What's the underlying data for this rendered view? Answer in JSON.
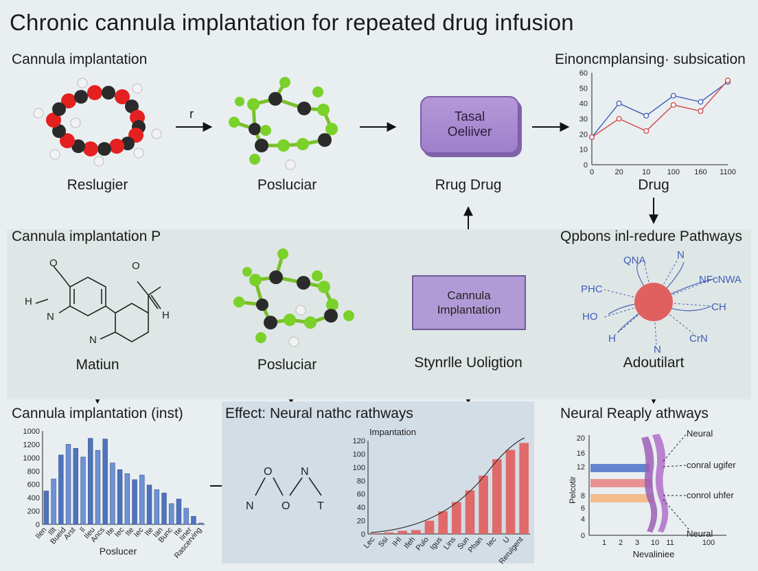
{
  "title": "Chronic cannula implantation for repeated drug infusion",
  "row1": {
    "sec_left": "Cannula implantation",
    "sec_right": "Einoncmplansing· subsication",
    "arrow_label": "r",
    "label_1": "Reslugier",
    "label_2": "Posluciar",
    "label_3": "Rrug Drug",
    "label_4": "Drug",
    "pill_line1": "Tasal",
    "pill_line2": "Oeliiver"
  },
  "row2": {
    "sec_left": "Cannula implantation P",
    "sec_right": "Qpbons inl-redure Pathways",
    "label_1": "Matiun",
    "label_2": "Posluciar",
    "label_3": "Stynrlle Uoligtion",
    "label_4": "Adoutilart",
    "box_line1": "Cannula",
    "box_line2": "Implantation",
    "struct_atoms": [
      "O",
      "H",
      "N",
      "N",
      "O",
      "H"
    ],
    "pathway_labels": [
      "QNA",
      "N",
      "NFcNWA",
      "PHC",
      "HO",
      "CH",
      "H",
      "N",
      "CrN"
    ]
  },
  "row3": {
    "sec_left": "Cannula implantation (inst)",
    "sec_mid": "Effect: Neural nathc rathways",
    "sec_right": "Neural Reaply athways",
    "mol_atoms": [
      "O",
      "N",
      "N",
      "O",
      "T"
    ],
    "chart_c_title": "Impantation",
    "chart_d_labels": [
      "Neural",
      "conral ugifer",
      "conrol uhfer",
      "Neural"
    ]
  },
  "colors": {
    "background": "#e9eef1",
    "purple": "#b19bd6",
    "bar_blue": "#5c7fc4",
    "bar_red": "#e06a6a",
    "line_blue": "#3b5bb5",
    "line_red": "#d04545",
    "hub_red": "#e06060"
  },
  "chart_data": [
    {
      "type": "line",
      "x": [
        "0",
        "20",
        "10",
        "100",
        "160",
        "1100"
      ],
      "series": [
        {
          "values": [
            18,
            40,
            32,
            45,
            41,
            54
          ]
        },
        {
          "values": [
            18,
            30,
            22,
            39,
            35,
            55
          ]
        }
      ],
      "yticks": [
        "0",
        "10",
        "20",
        "30",
        "40",
        "50",
        "60"
      ],
      "ylim": [
        0,
        60
      ]
    },
    {
      "type": "bar",
      "values": [
        500,
        680,
        1040,
        1200,
        1140,
        1010,
        1290,
        1110,
        1280,
        920,
        820,
        760,
        670,
        740,
        590,
        520,
        470,
        310,
        380,
        240,
        120,
        20
      ],
      "xticklabels": [
        "Ilen",
        "Illt",
        "Bueid",
        "Arst",
        "Il",
        "Ileu",
        "Ancs",
        "Ite",
        "Iec",
        "Ite",
        "Iec",
        "Ite",
        "Ian",
        "Bunc",
        "Ite",
        "Iiner",
        "Rascerving"
      ],
      "yticks": [
        "0",
        "200",
        "400",
        "600",
        "800",
        "1000",
        "1200",
        "1000"
      ],
      "ylim": [
        0,
        1400
      ],
      "xlabel": "Poslucer"
    },
    {
      "type": "bar",
      "title": "Impantation",
      "values": [
        1,
        2,
        4,
        5,
        17,
        29,
        41,
        56,
        75,
        96,
        108,
        117
      ],
      "xticklabels": [
        "Lec",
        "Ssi",
        "IHI",
        "Ifeh",
        "Pulo",
        "Igus",
        "Lins",
        "Sun",
        "Phan",
        "Iec",
        "U",
        "Rerulgent"
      ],
      "yticks": [
        "0",
        "20",
        "40",
        "60",
        "80",
        "100",
        "100",
        "120"
      ],
      "ylim": [
        0,
        120
      ]
    },
    {
      "type": "area",
      "ylabel": "Pelcotir",
      "xlabel": "Nevaliniee",
      "yticks": [
        "0",
        "4",
        "6",
        "8",
        "12",
        "16",
        "20"
      ],
      "xticks": [
        "1",
        "2",
        "3",
        "10",
        "11",
        "100"
      ]
    }
  ]
}
